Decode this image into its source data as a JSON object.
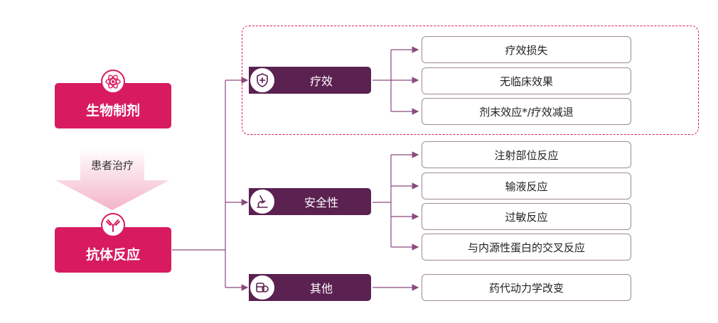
{
  "left": {
    "top_box": {
      "label": "生物制剂",
      "icon": "atom-icon"
    },
    "arrow": {
      "label": "患者治疗"
    },
    "bottom_box": {
      "label": "抗体反应",
      "icon": "antibody-icon"
    }
  },
  "categories": [
    {
      "label": "疗效",
      "icon": "shield-medical-icon",
      "items": [
        "疗效损失",
        "无临床效果",
        "剂末效应*/疗效减退"
      ]
    },
    {
      "label": "安全性",
      "icon": "microscope-icon",
      "items": [
        "注射部位反应",
        "输液反应",
        "过敏反应",
        "与内源性蛋白的交叉反应"
      ]
    },
    {
      "label": "其他",
      "icon": "pills-icon",
      "items": [
        "药代动力学改变"
      ]
    }
  ],
  "colors": {
    "pink": "#d81b60",
    "purple": "#5b2150",
    "line": "#8a4a7e"
  }
}
